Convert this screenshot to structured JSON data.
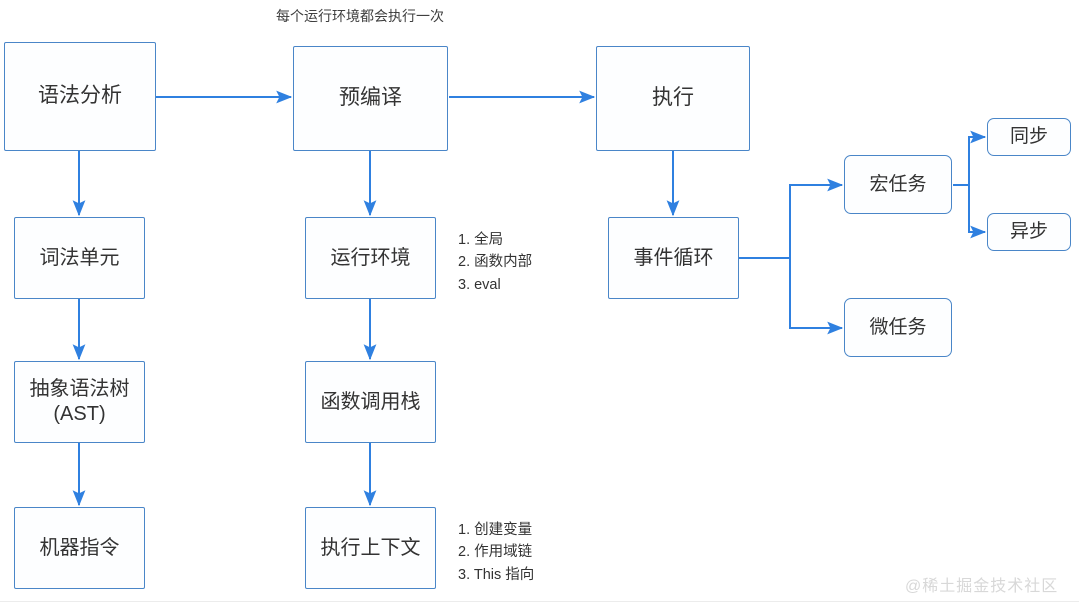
{
  "diagram": {
    "caption": "每个运行环境都会执行一次",
    "watermark": "@稀土掘金技术社区",
    "accent_color": "#2f80e0",
    "border_color": "#4a86c8",
    "text_color": "#333333",
    "nodes": {
      "syntax_analysis": "语法分析",
      "precompile": "预编译",
      "execute": "执行",
      "lexical_token": "词法单元",
      "ast": "抽象语法树\n(AST)",
      "machine_code": "机器指令",
      "runtime_env": "运行环境",
      "call_stack": "函数调用栈",
      "exec_context": "执行上下文",
      "event_loop": "事件循环",
      "macro_task": "宏任务",
      "micro_task": "微任务",
      "sync": "同步",
      "async": "异步"
    },
    "annotations": {
      "runtime_env": [
        "1. 全局",
        "2. 函数内部",
        "3. eval"
      ],
      "exec_context": [
        "1. 创建变量",
        "2. 作用域链",
        "3. This 指向"
      ]
    }
  }
}
